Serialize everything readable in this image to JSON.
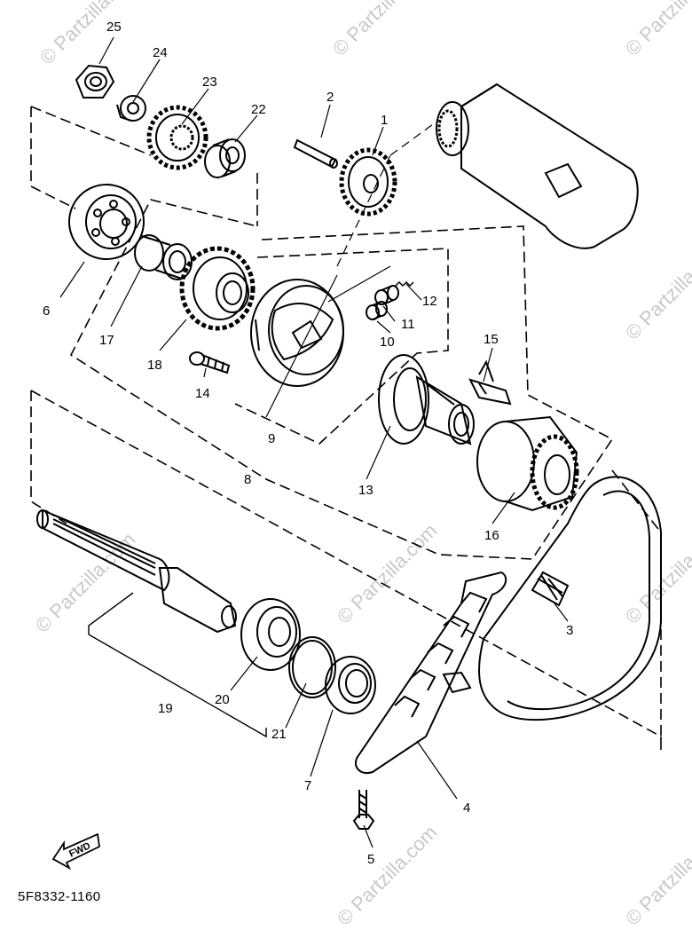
{
  "watermark": "© Partzilla.com",
  "diagram_code": "5F8332-1160",
  "fwd_label": "FWD",
  "callouts": {
    "n1": "1",
    "n2": "2",
    "n3": "3",
    "n4": "4",
    "n5": "5",
    "n6": "6",
    "n7": "7",
    "n8": "8",
    "n9": "9",
    "n10": "10",
    "n11": "11",
    "n12": "12",
    "n13": "13",
    "n14": "14",
    "n15": "15",
    "n16": "16",
    "n17": "17",
    "n18": "18",
    "n19": "19",
    "n20": "20",
    "n21": "21",
    "n22": "22",
    "n23": "23",
    "n24": "24",
    "n25": "25"
  }
}
